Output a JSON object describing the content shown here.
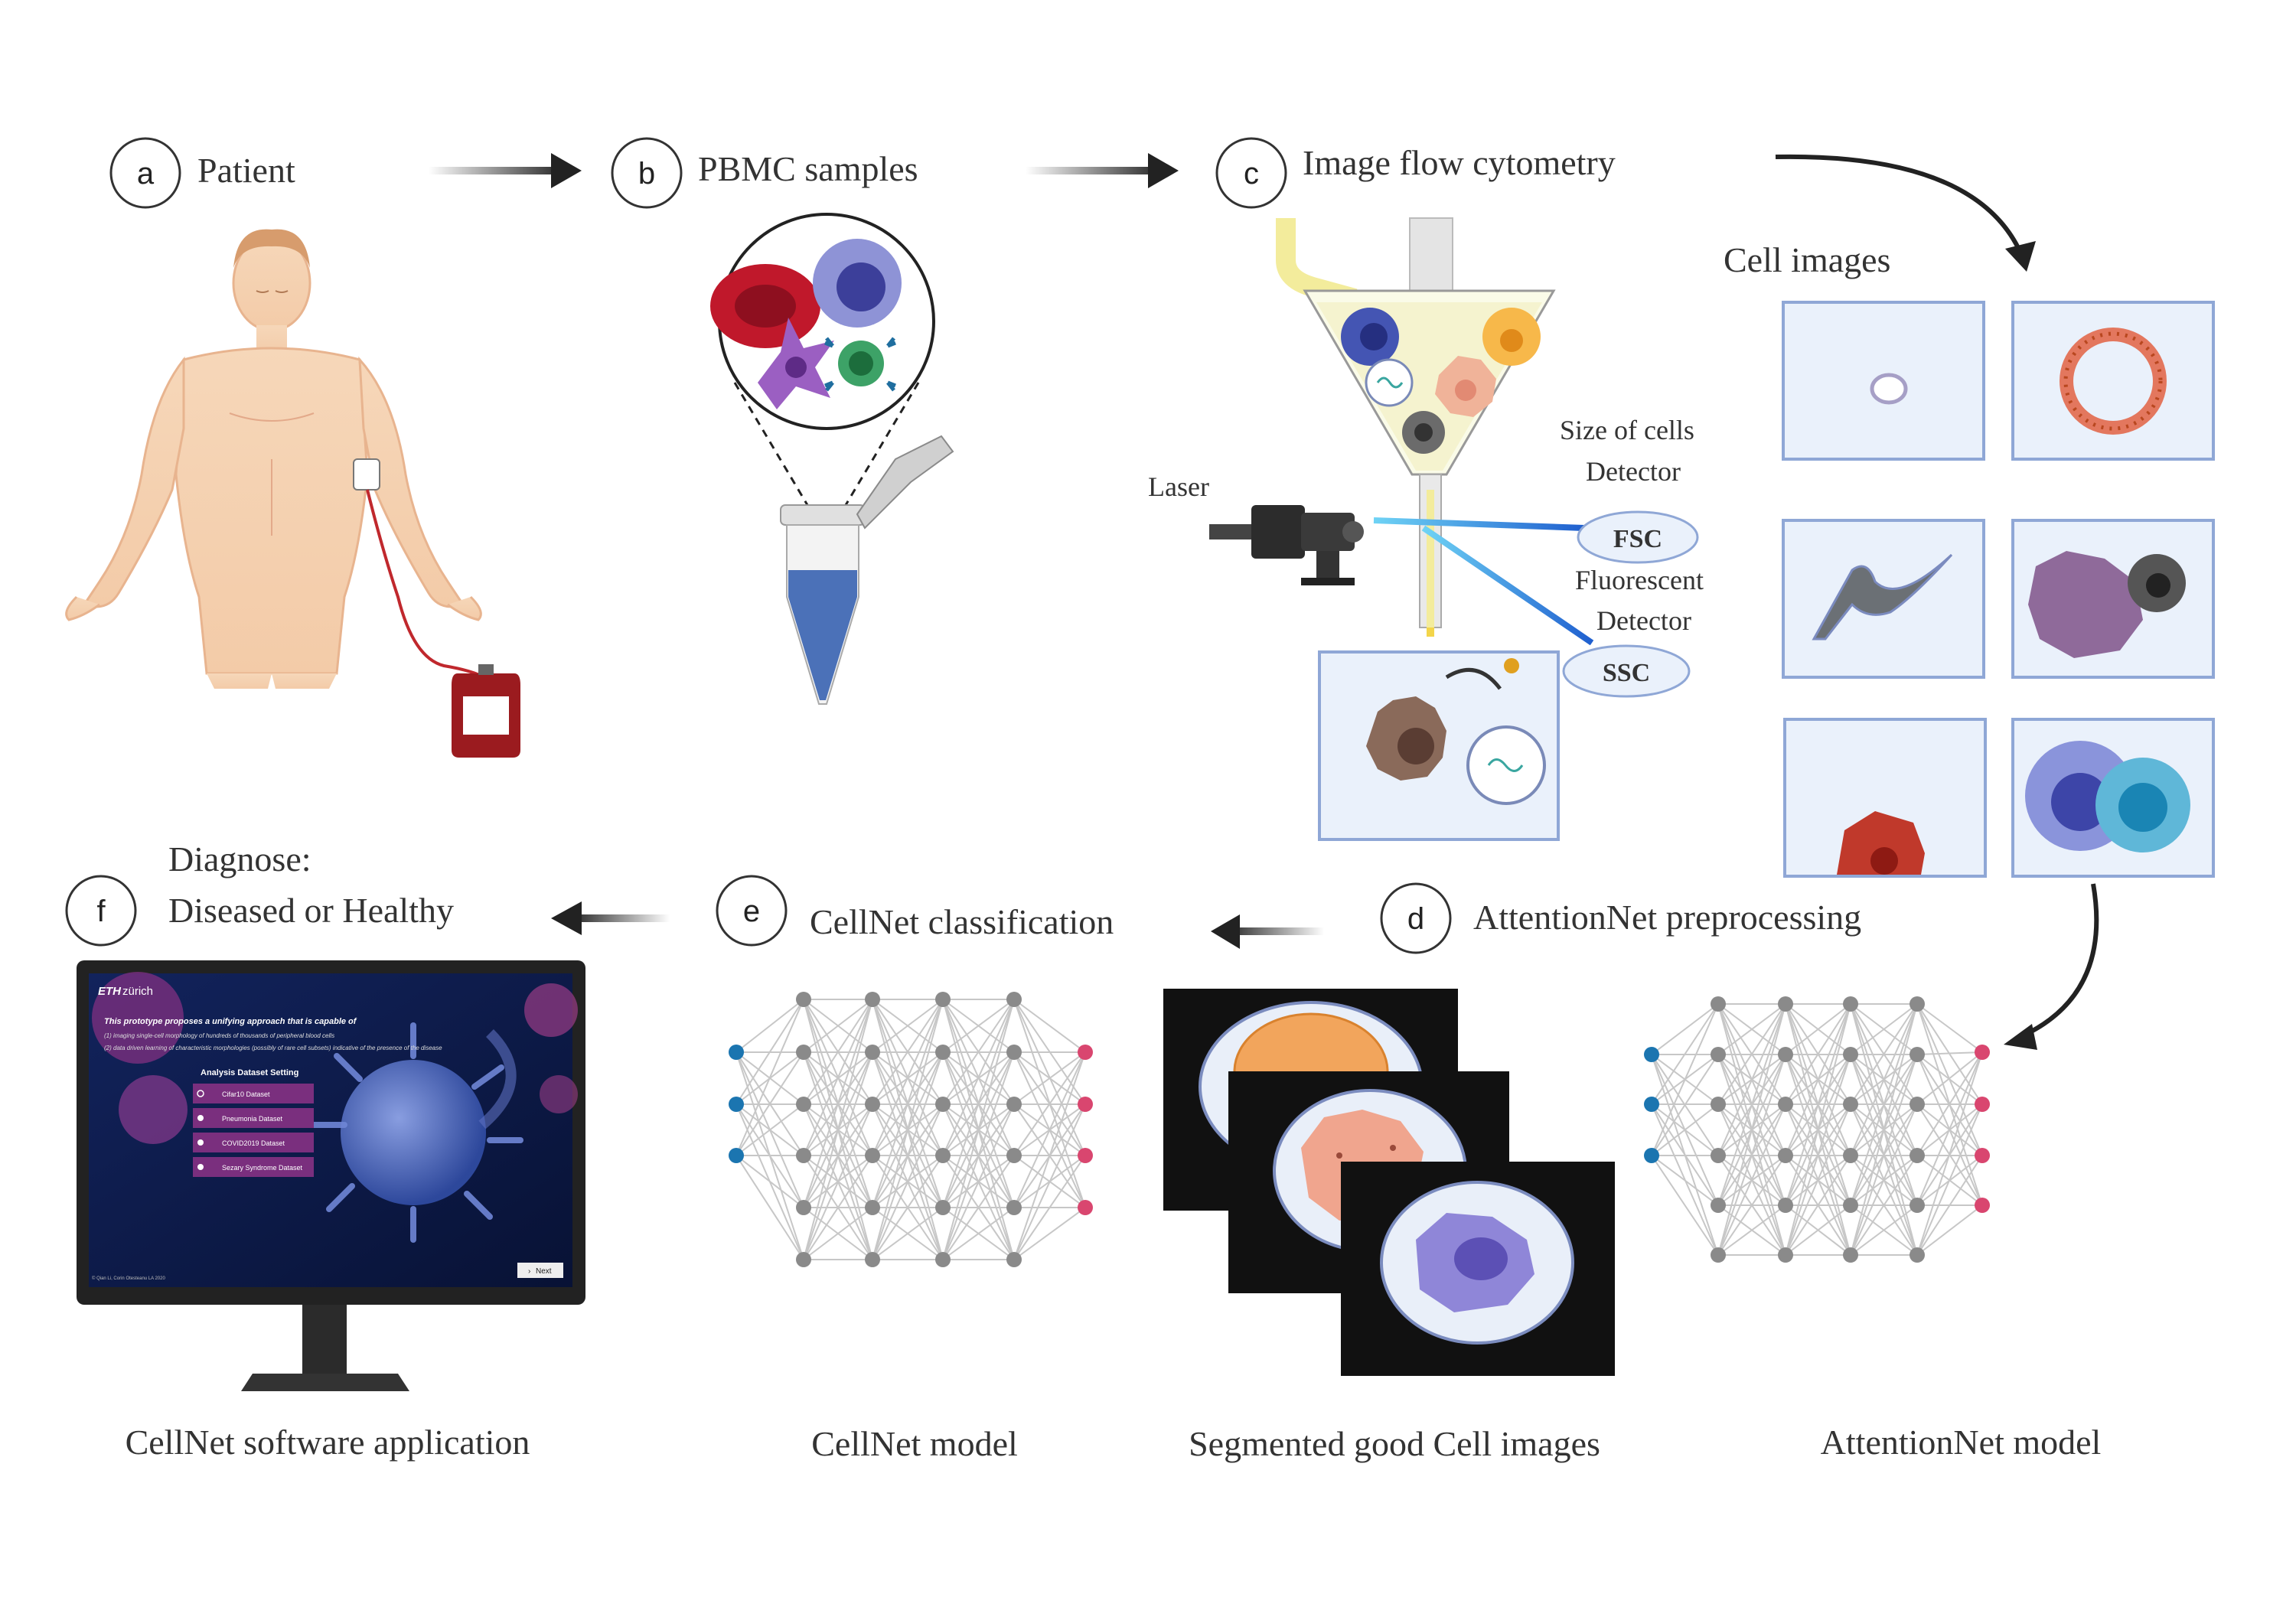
{
  "steps": {
    "a": {
      "letter": "a",
      "label": "Patient"
    },
    "b": {
      "letter": "b",
      "label": "PBMC samples"
    },
    "c": {
      "letter": "c",
      "label": "Image flow cytometry"
    },
    "d": {
      "letter": "d",
      "label": "AttentionNet preprocessing"
    },
    "e": {
      "letter": "e",
      "label": "CellNet classification"
    },
    "f": {
      "letter": "f",
      "label_line1": "Diagnose:",
      "label_line2": "Diseased or Healthy"
    }
  },
  "cytometry": {
    "laser": "Laser",
    "size_detector_line1": "Size of cells",
    "size_detector_line2": "Detector",
    "fluor_detector_line1": "Fluorescent",
    "fluor_detector_line2": "Detector",
    "fsc": "FSC",
    "ssc": "SSC"
  },
  "cell_images_title": "Cell images",
  "captions": {
    "software": "CellNet software application",
    "cellnet_model": "CellNet model",
    "segmented": "Segmented  good Cell images",
    "attention_model": "AttentionNet model"
  },
  "app_screen": {
    "brand": "ETH",
    "brand_suffix": "zürich",
    "intro": "This prototype proposes a unifying approach that is capable of",
    "point1": "(1) imaging single-cell morphology of hundreds of thousands of peripheral blood cells",
    "point2": "(2) data driven learning of characteristic morphologies (possibly of rare cell subsets) indicative of the presence of the disease",
    "panel_title": "Analysis Dataset Setting",
    "datasets": [
      "Cifar10 Dataset",
      "Pneumonia Dataset",
      "COVID2019 Dataset",
      "Sezary Syndrome Dataset"
    ],
    "next": "Next",
    "footer": "© Qian Li, Corin Otesteanu LA 2020"
  },
  "colors": {
    "arrow": "#222222",
    "panel_bg": "#eaf1fb",
    "panel_border": "#8fa7d6",
    "node_gray": "#8a8a8a",
    "node_blue": "#1b75b0",
    "node_pink": "#d9466f",
    "screen_bg": "#0b1c4d",
    "screen_accent": "#7a2f7e"
  }
}
